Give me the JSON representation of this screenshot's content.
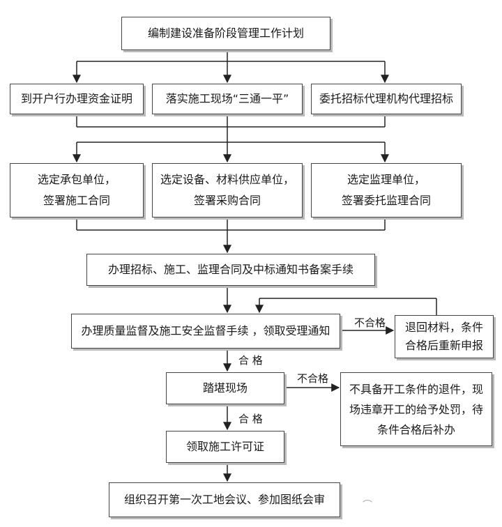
{
  "nodes": {
    "plan": "编制建设准备阶段管理工作计划",
    "funds": "到开户行办理资金证明",
    "site_prep": "落实施工现场“三通一平”",
    "bidding_agent": "委托招标代理机构代理招标",
    "contractor_line1": "选定承包单位，",
    "contractor_line2": "签署施工合同",
    "supplier_line1": "选定设备、材料供应单位，",
    "supplier_line2": "签署采购合同",
    "supervisor_line1": "选定监理单位，",
    "supervisor_line2": "签署委托监理合同",
    "filing": "办理招标、施工、监理合同及中标通知书备案手续",
    "supervision": "办理质量监督及施工安全监督手续 ，领取受理通知",
    "return_line1": "退回材料，条件",
    "return_line2": "合格后重新申报",
    "survey": "踏堪现场",
    "penalty_line1": "不具备开工条件的退件，现",
    "penalty_line2": "场违章开工的给予处罚，待",
    "penalty_line3": "条件合格后补办",
    "permit": "领取施工许可证",
    "meeting": "组织召开第一次工地会议、参加图纸会审"
  },
  "edge_labels": {
    "fail_1": "不合格",
    "pass_1": "合 格",
    "fail_2": "不合格",
    "pass_2": "合 格"
  }
}
